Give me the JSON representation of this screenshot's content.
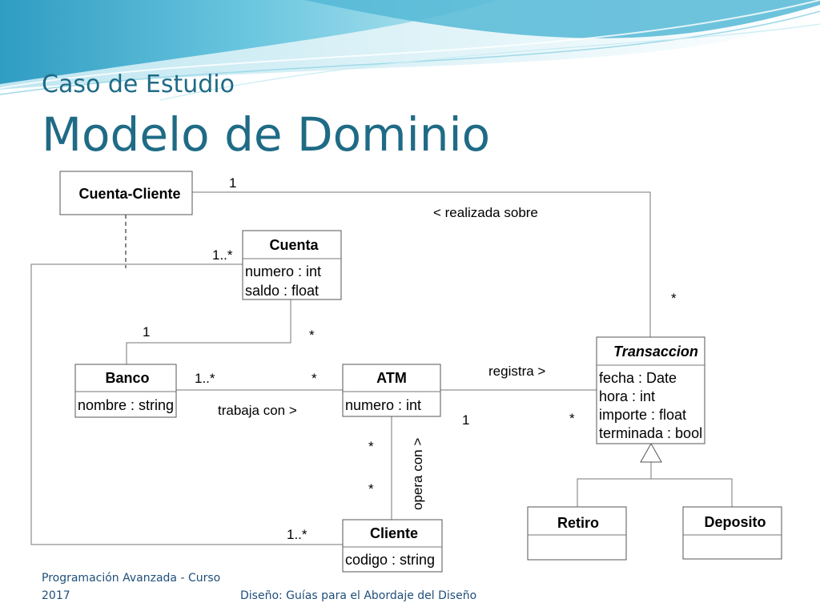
{
  "slide": {
    "subtitle": "Caso de Estudio",
    "title": "Modelo de Dominio",
    "footer_left_line1": "Programación Avanzada - Curso",
    "footer_left_line2": "2017",
    "footer_center": "Diseño: Guías para el Abordaje del Diseño"
  },
  "colors": {
    "title": "#1f6b86",
    "banner_light": "#dff3f8",
    "banner_mid": "#8fd3e6",
    "banner_dark": "#3aa6c8"
  },
  "classes": {
    "cuenta_cliente": {
      "name": "Cuenta-Cliente"
    },
    "cuenta": {
      "name": "Cuenta",
      "attrs": [
        "numero : int",
        "saldo : float"
      ]
    },
    "banco": {
      "name": "Banco",
      "attrs": [
        "nombre : string"
      ]
    },
    "atm": {
      "name": "ATM",
      "attrs": [
        "numero : int"
      ]
    },
    "transaccion": {
      "name": "Transaccion",
      "attrs": [
        "fecha : Date",
        "hora : int",
        "importe : float",
        "terminada : bool"
      ]
    },
    "cliente": {
      "name": "Cliente",
      "attrs": [
        "codigo : string"
      ]
    },
    "retiro": {
      "name": "Retiro"
    },
    "deposito": {
      "name": "Deposito"
    }
  },
  "associations": {
    "realizada_sobre": {
      "label": "< realizada sobre",
      "mult_cuenta": "1",
      "mult_transaccion": "*"
    },
    "banco_cuenta": {
      "mult_banco": "1",
      "mult_cuenta": "*"
    },
    "trabaja_con": {
      "label": "trabaja con >",
      "mult_banco": "1..*",
      "mult_atm": "*"
    },
    "registra": {
      "label": "registra >",
      "mult_atm": "1",
      "mult_transaccion": "*"
    },
    "opera_con": {
      "label": "opera con >",
      "mult_atm": "*",
      "mult_cliente": "*"
    },
    "cliente_cuenta": {
      "mult_cuenta": "1..*",
      "mult_cliente": "1..*"
    }
  }
}
